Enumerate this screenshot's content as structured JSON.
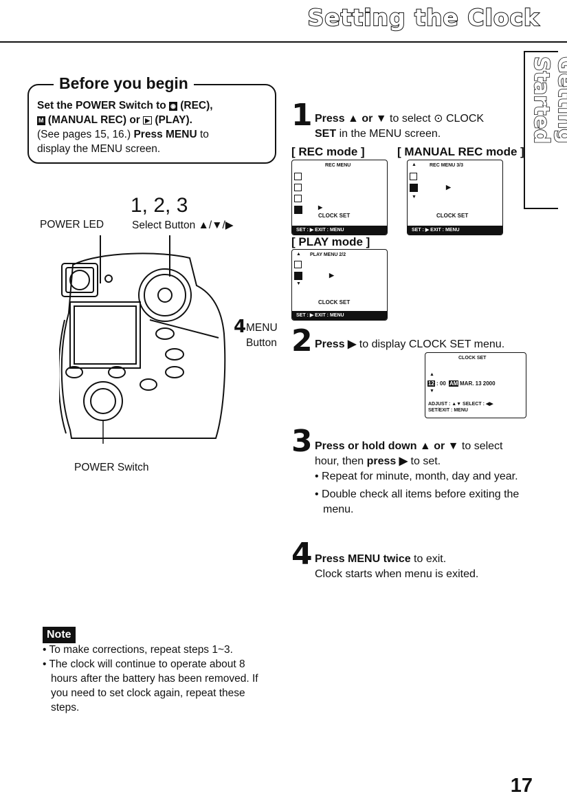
{
  "header": {
    "title": "Setting the Clock",
    "side_tab": "Getting Started"
  },
  "before": {
    "heading": "Before you begin",
    "l1a": "Set the POWER Switch to ",
    "l1b": " (REC),",
    "l2a": " (MANUAL REC) or ",
    "l2b": " (PLAY).",
    "l3a": "(See pages 15, 16.) ",
    "l3b": "Press MENU",
    "l3c": " to",
    "l4": "display the MENU screen."
  },
  "camera": {
    "steps_label": "1, 2, 3",
    "power_led": "POWER LED",
    "select_button": "Select Button ▲/▼/▶",
    "menu_num": "4",
    "menu_label": "MENU",
    "button_label": "Button",
    "power_switch": "POWER Switch"
  },
  "step1": {
    "num": "1",
    "a": "Press ▲ or ▼",
    "b": " to select ⊙ CLOCK",
    "c": "SET",
    "d": " in the MENU screen.",
    "rec_mode": "[ REC mode ]",
    "manual_mode": "[ MANUAL REC mode ]",
    "play_mode": "[ PLAY mode ]"
  },
  "screens": {
    "rec_title": "REC MENU",
    "manual_title": "REC MENU 3/3",
    "play_title": "PLAY MENU 2/2",
    "item": "CLOCK SET",
    "bar": "SET :  ▶        EXIT : MENU",
    "arrow": "▶",
    "up": "▲",
    "down": "▼"
  },
  "step2": {
    "num": "2",
    "a": "Press ▶",
    "b": " to display CLOCK SET menu.",
    "screen_title": "CLOCK SET",
    "hour": "12",
    "time_rest": ": 00",
    "ampm": "AM",
    "date": "MAR. 13 2000",
    "adjust": "ADJUST : ▲▼  SELECT : ◀▶",
    "set_exit": "SET/EXIT : MENU"
  },
  "step3": {
    "num": "3",
    "a": "Press or hold down ▲ or ▼",
    "b": " to select",
    "c": "hour, then ",
    "d": "press ▶",
    "e": " to set.",
    "bullet1": "• Repeat for minute, month, day and year.",
    "bullet2": "• Double check all items before exiting the menu."
  },
  "step4": {
    "num": "4",
    "a": "Press MENU twice",
    "b": " to exit.",
    "c": "Clock starts when menu is exited."
  },
  "note": {
    "label": "Note",
    "b1": "• To make corrections, repeat steps 1~3.",
    "b2": "• The clock will continue to operate about 8 hours after the battery has been removed. If you need to set clock again, repeat these steps."
  },
  "page_number": "17"
}
